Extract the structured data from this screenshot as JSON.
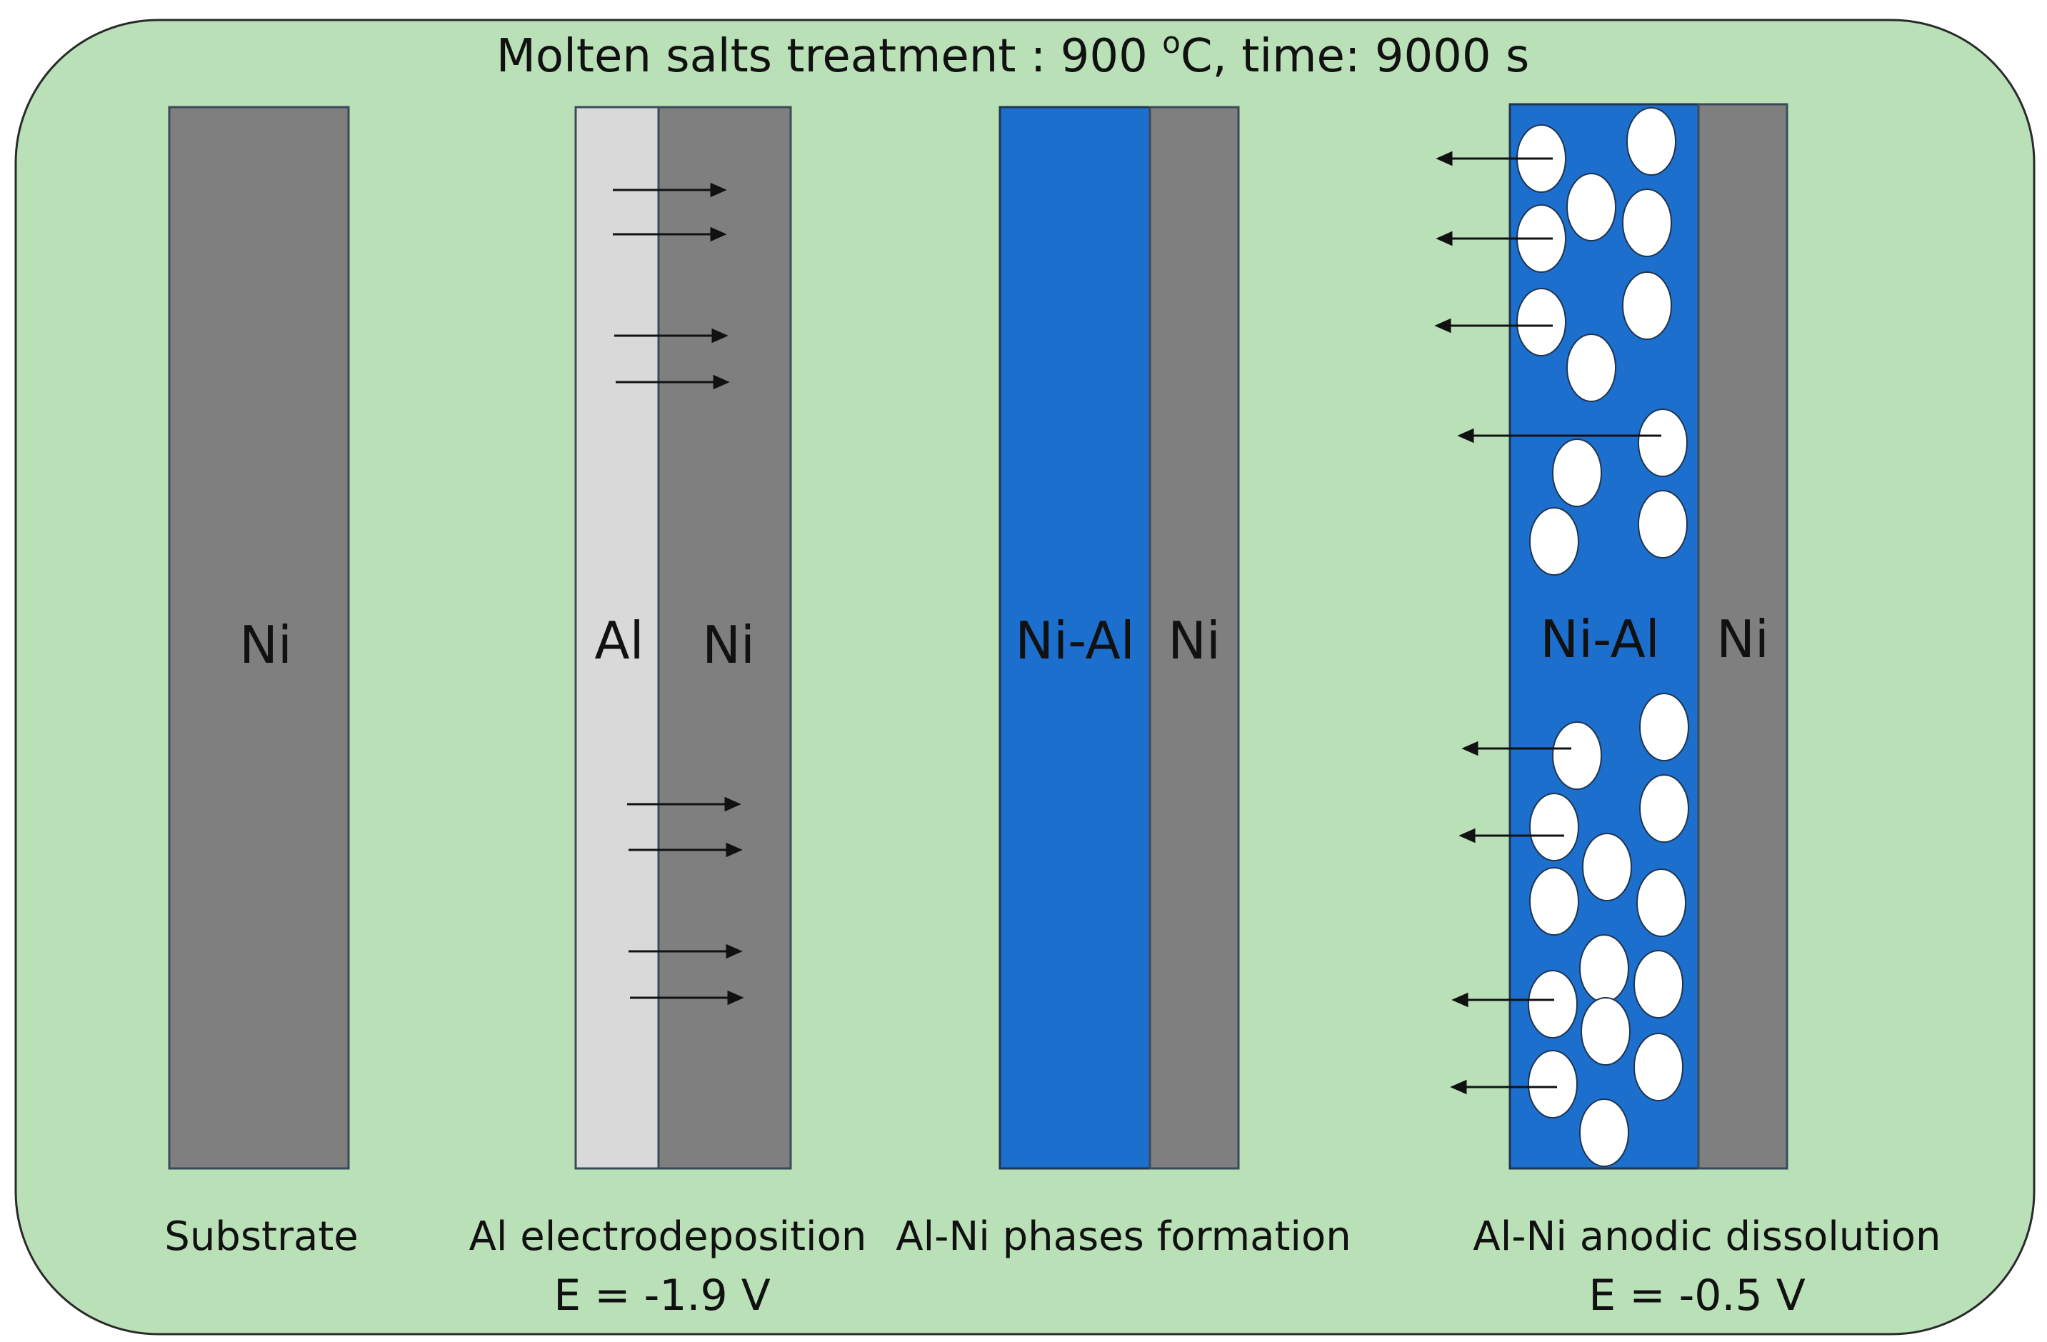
{
  "title": {
    "prefix": "Molten salts treatment : 900 ",
    "degree": "o",
    "suffix": "C, time: 9000 s"
  },
  "panels": [
    {
      "layers": [
        "Ni"
      ],
      "caption": "Substrate",
      "potential": ""
    },
    {
      "layers": [
        "Al",
        "Ni"
      ],
      "caption": "Al electrodeposition",
      "potential": "E = -1.9 V"
    },
    {
      "layers": [
        "Ni-Al",
        "Ni"
      ],
      "caption": "Al-Ni phases formation",
      "potential": ""
    },
    {
      "layers": [
        "Ni-Al",
        "Ni"
      ],
      "caption": "Al-Ni anodic dissolution",
      "potential": "E = -0.5 V"
    }
  ],
  "colors": {
    "background": "#b9e0b7",
    "nickel": "#7f7f7f",
    "aluminum": "#d9d9d9",
    "nickel_aluminide": "#1c6fcc",
    "pore": "#ffffff"
  }
}
